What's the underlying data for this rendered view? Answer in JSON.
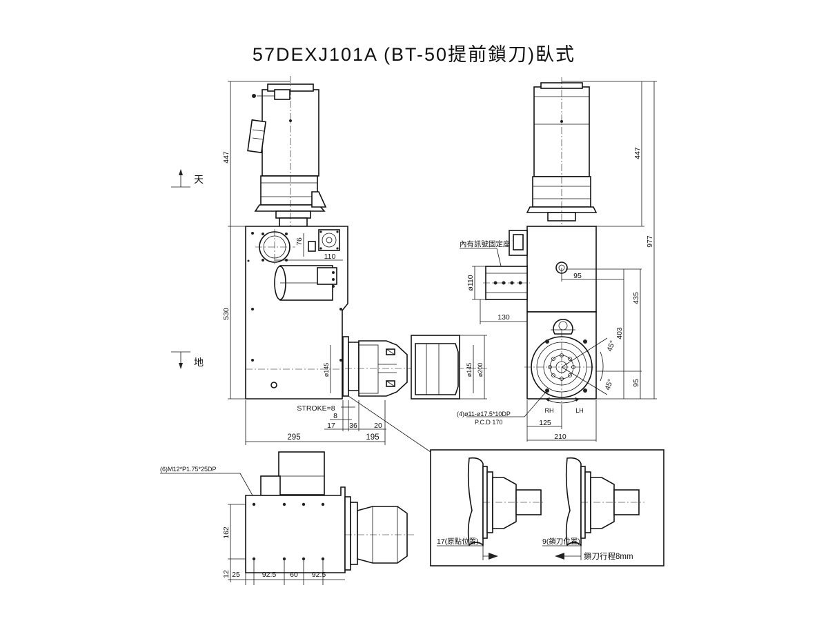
{
  "title": "57DEXJ101A (BT-50提前鎖刀)臥式",
  "orientation": {
    "up": "天",
    "down": "地"
  },
  "front_view": {
    "dims": {
      "motor_height": "447",
      "body_height": "530",
      "port_offset": "76",
      "port_width": "110",
      "flange_dia": "ø145",
      "stroke": "STROKE=8",
      "d8": "8",
      "d17": "17",
      "d36": "36",
      "d20": "20",
      "total_left": "295",
      "total_right": "195"
    },
    "motor_cap_dia": "ø145",
    "motor_cap_outer": "ø200"
  },
  "side_view": {
    "label_connector": "內有訊號固定座",
    "dims": {
      "connector_dia": "ø110",
      "connector_width": "130",
      "hole_offset": "95",
      "total_height": "977",
      "motor_height": "447",
      "upper_height": "435",
      "mid_height": "403",
      "bottom_height": "95",
      "angle1": "45°",
      "angle2": "45°",
      "bolt_spec": "(4)ø11-ø17.5*10DP",
      "pcd": "P.C.D 170",
      "width_125": "125",
      "width_210": "210",
      "rh": "RH",
      "lh": "LH"
    }
  },
  "bottom_view": {
    "thread_spec": "(6)M12*P1.75*25DP",
    "dims": {
      "height_162": "162",
      "d12": "12",
      "d25": "25",
      "d925a": "92.5",
      "d60": "60",
      "d925b": "92.5"
    }
  },
  "detail": {
    "label_left": "17(原點位置)",
    "label_right": "9(鎖刀位置)",
    "stroke_label": "鎖刀行程8mm"
  }
}
